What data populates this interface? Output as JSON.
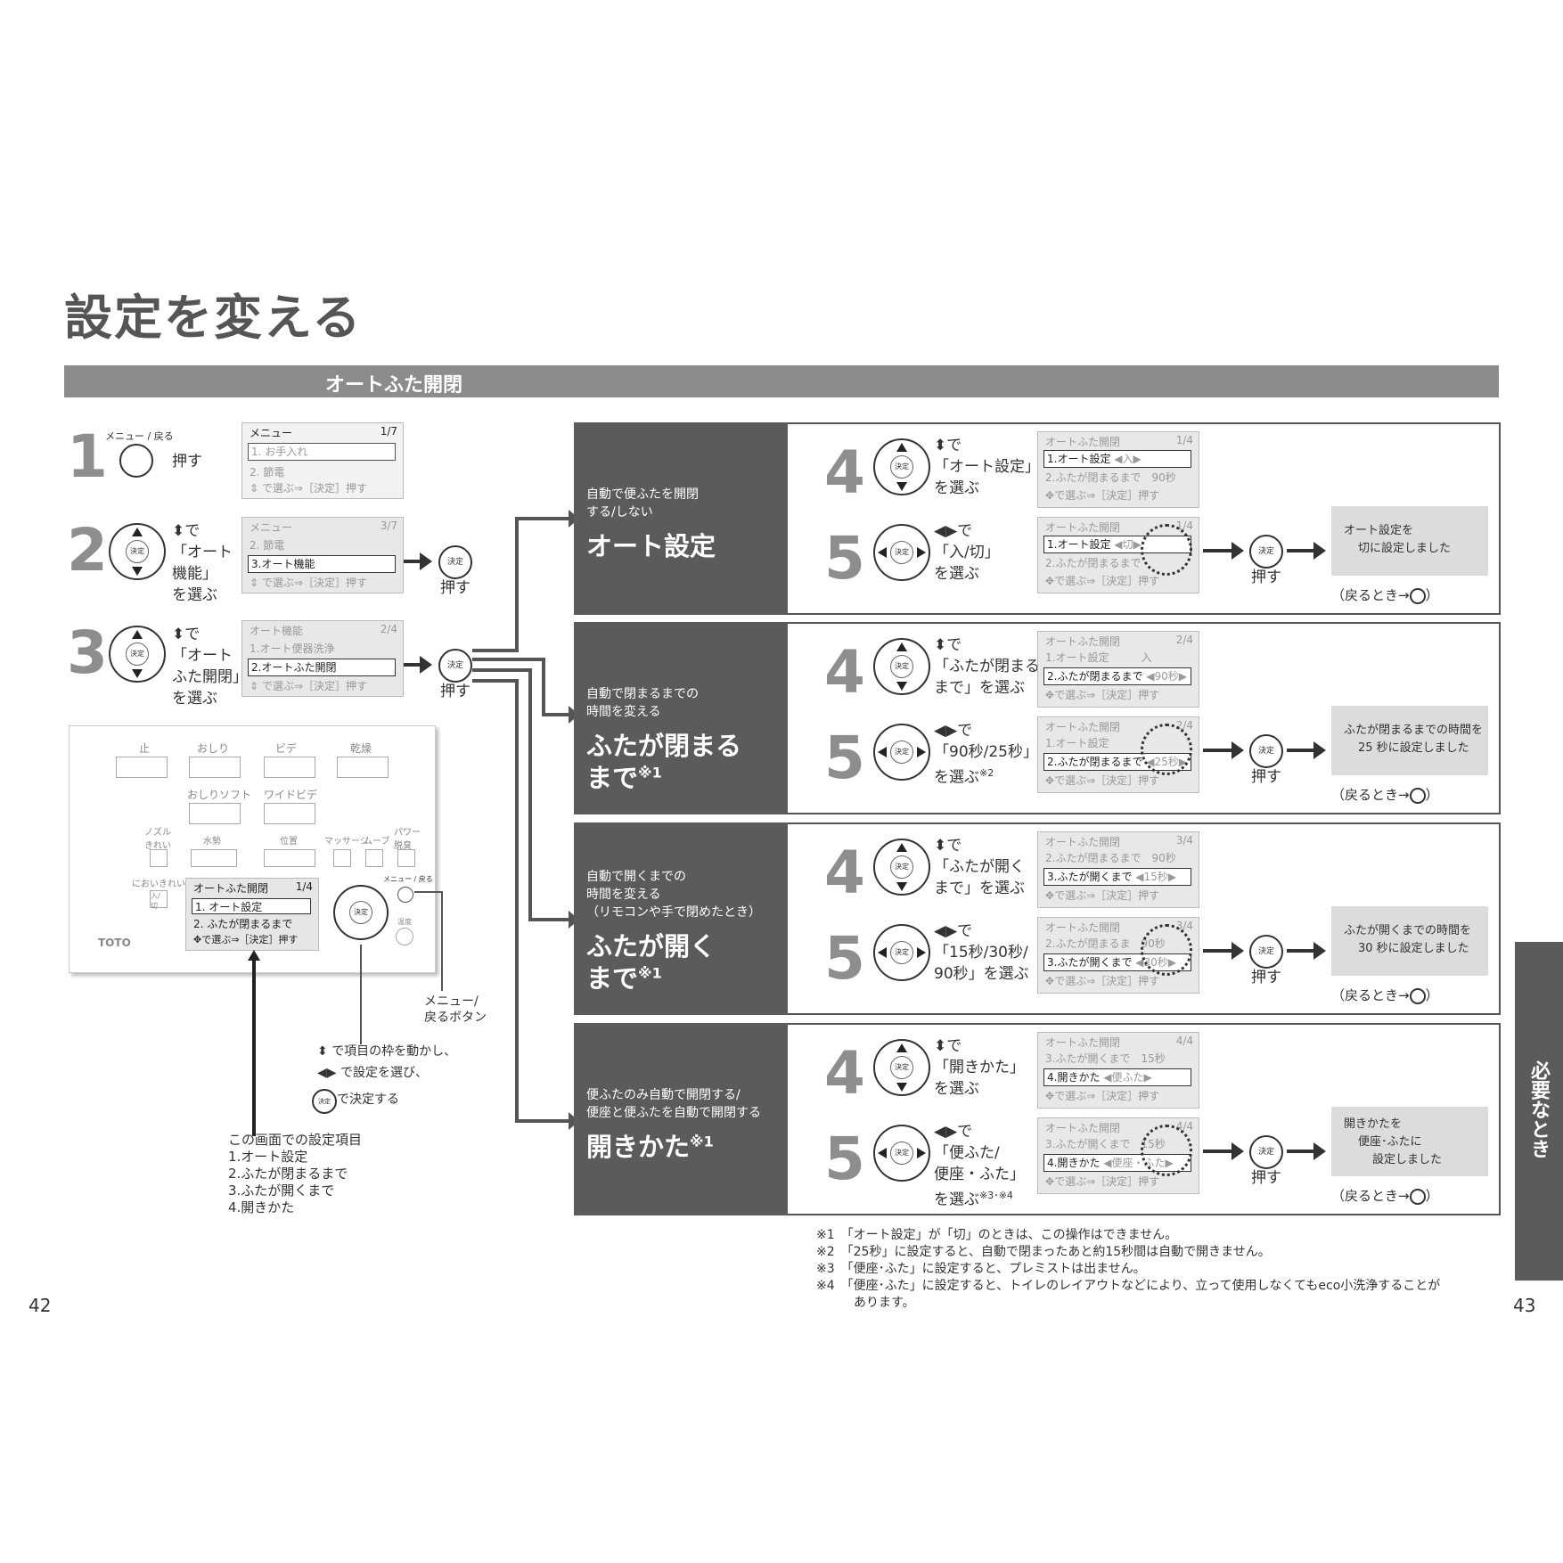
{
  "page_title": "設定を変える",
  "section_title": "オートふた開閉",
  "menu_label": "メニュー / 戻る",
  "kettei": "決定",
  "step1": {
    "num": "1",
    "push": "押す",
    "lcd": {
      "header": "メニュー",
      "page": "1/7",
      "items": [
        "1. お手入れ",
        "2. 節電"
      ],
      "hint": "で選ぶ⇒［決定］押す"
    }
  },
  "step2": {
    "num": "2",
    "de": "で",
    "lines": [
      "「オート",
      "機能」",
      "を選ぶ"
    ],
    "push": "押す",
    "lcd": {
      "header": "メニュー",
      "page": "3/7",
      "items": [
        "2. 節電",
        "3.オート機能"
      ],
      "hint": "で選ぶ⇒［決定］押す"
    }
  },
  "step3": {
    "num": "3",
    "de": "で",
    "lines": [
      "「オート",
      "ふた開閉」",
      "を選ぶ"
    ],
    "push": "押す",
    "lcd": {
      "header": "オート機能",
      "page": "2/4",
      "items": [
        "1.オート便器洗浄",
        "2.オートふた開閉"
      ],
      "hint": "で選ぶ⇒［決定］押す"
    }
  },
  "remote": {
    "btns": [
      "止",
      "おしり",
      "ビデ",
      "乾燥"
    ],
    "btns2": [
      "おしりソフト",
      "ワイドビデ"
    ],
    "labels": [
      "ノズル きれい",
      "水勢",
      "位置",
      "マッサージ",
      "ムーブ",
      "パワー 脱臭"
    ],
    "niooi": "においきれい",
    "io": "入/切",
    "brand": "TOTO",
    "menu": "メニュー / 戻る",
    "temp": "温度",
    "lcd": {
      "header": "オートふた開閉",
      "page": "1/4",
      "items": [
        "1. オート設定",
        "2. ふたが閉まるまで"
      ],
      "hint": "で選ぶ⇒［決定］押す"
    }
  },
  "notes": {
    "menu_back": [
      "メニュー/",
      "戻るボタン"
    ],
    "move": "で項目の枠を動かし、",
    "select": "で設定を選び、",
    "decide": "で決定する",
    "items_title": "この画面での設定項目",
    "items": [
      "1.オート設定",
      "2.ふたが閉まるまで",
      "3.ふたが開くまで",
      "4.開きかた"
    ]
  },
  "panels": [
    {
      "desc": [
        "自動で便ふたを開閉",
        "する/しない"
      ],
      "name": [
        "オート設定"
      ],
      "sup": "",
      "s4": {
        "lines": [
          "「オート設定」",
          "を選ぶ"
        ]
      },
      "lcd4": {
        "header": "オートふた開閉",
        "page": "1/4",
        "sel": "1.オート設定",
        "selval": "◀入▶",
        "row2": "2.ふたが閉まるまで　90秒"
      },
      "s5": {
        "lines": [
          "「入/切」",
          "を選ぶ"
        ]
      },
      "lcd5": {
        "header": "オートふた開閉",
        "page": "1/4",
        "sel": "1.オート設定",
        "selval": "◀切▶",
        "row2": "2.ふたが閉まるまで"
      },
      "msg": [
        "オート設定を",
        "切に設定しました"
      ]
    },
    {
      "desc": [
        "自動で閉まるまでの",
        "時間を変える"
      ],
      "name": [
        "ふたが閉まる",
        "まで"
      ],
      "sup": "※1",
      "s4": {
        "lines": [
          "「ふたが閉まる",
          "まで」を選ぶ"
        ]
      },
      "lcd4": {
        "header": "オートふた開閉",
        "page": "2/4",
        "row1": "1.オート設定　　　入",
        "sel": "2.ふたが閉まるまで",
        "selval": "◀90秒▶"
      },
      "s5": {
        "lines": [
          "「90秒/25秒」",
          "を選ぶ"
        ],
        "sup": "※2"
      },
      "lcd5": {
        "header": "オートふた開閉",
        "page": "2/4",
        "row1": "1.オート設定",
        "sel": "2.ふたが閉まるまで",
        "selval": "◀25秒▶"
      },
      "msg": [
        "ふたが閉まるまでの時間を",
        "25 秒に設定しました"
      ]
    },
    {
      "desc": [
        "自動で開くまでの",
        "時間を変える",
        "（リモコンや手で閉めたとき）"
      ],
      "name": [
        "ふたが開く",
        "まで"
      ],
      "sup": "※1",
      "s4": {
        "lines": [
          "「ふたが開く",
          "まで」を選ぶ"
        ]
      },
      "lcd4": {
        "header": "オートふた開閉",
        "page": "3/4",
        "row1": "2.ふたが閉まるまで　90秒",
        "sel": "3.ふたが開くまで",
        "selval": "◀15秒▶"
      },
      "s5": {
        "lines": [
          "「15秒/30秒/",
          "90秒」を選ぶ"
        ]
      },
      "lcd5": {
        "header": "オートふた開閉",
        "page": "3/4",
        "row1": "2.ふたが閉まるま　90秒",
        "sel": "3.ふたが開くまで",
        "selval": "◀30秒▶"
      },
      "msg": [
        "ふたが開くまでの時間を",
        "30 秒に設定しました"
      ]
    },
    {
      "desc": [
        "便ふたのみ自動で開閉する/",
        "便座と便ふたを自動で開閉する"
      ],
      "name": [
        "開きかた"
      ],
      "sup": "※1",
      "s4": {
        "lines": [
          "「開きかた」",
          "を選ぶ"
        ]
      },
      "lcd4": {
        "header": "オートふた開閉",
        "page": "4/4",
        "row1": "3.ふたが開くまで　15秒",
        "sel": "4.開きかた",
        "selval": "◀便ふた▶"
      },
      "s5": {
        "lines": [
          "「便ふた/",
          "便座・ふた」",
          "を選ぶ"
        ],
        "sup": "※3･※4"
      },
      "lcd5": {
        "header": "オートふた開閉",
        "page": "4/4",
        "row1": "3.ふたが開くまで　15秒",
        "sel": "4.開きかた",
        "selval": "◀便座・ふた▶"
      },
      "msg": [
        "開きかたを",
        "便座･ふたに",
        "設定しました"
      ]
    }
  ],
  "common": {
    "de": "で",
    "push": "押す",
    "back": "（戻るとき→",
    "back_end": "）",
    "hint": "で選ぶ⇒［決定］押す",
    "num4": "4",
    "num5": "5"
  },
  "footnotes": [
    "※1　「オート設定」が「切」のときは、この操作はできません。",
    "※2　「25秒」に設定すると、自動で閉まったあと約15秒間は自動で開きません。",
    "※3　「便座･ふた」に設定すると、プレミストは出ません。",
    "※4　「便座･ふた」に設定すると、トイレのレイアウトなどにより、立って使用しなくてもeco小洗浄することが",
    "　　　あります。"
  ],
  "side_tab": "必要なとき",
  "page_left": "42",
  "page_right": "43"
}
